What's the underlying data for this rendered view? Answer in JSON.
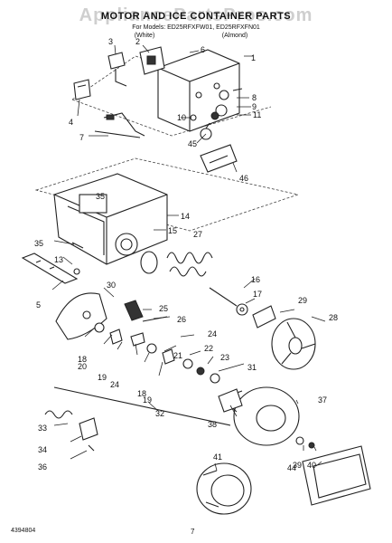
{
  "watermark": "AppliancePartsPros.com",
  "header": {
    "title": "MOTOR AND ICE CONTAINER PARTS",
    "for_models": "For Models: ED25RFXFW01, ED25RFXFN01",
    "color_1": "(White)",
    "color_2": "(Almond)"
  },
  "callouts": {
    "c1": "1",
    "c2": "2",
    "c3": "3",
    "c4": "4",
    "c5": "5",
    "c6": "6",
    "c7": "7",
    "c8": "8",
    "c9": "9",
    "c10": "10",
    "c11": "11",
    "c13": "13",
    "c14": "14",
    "c15": "15",
    "c16": "16",
    "c17": "17",
    "c18a": "18",
    "c18b": "18",
    "c19a": "19",
    "c19b": "19",
    "c20": "20",
    "c21": "21",
    "c22": "22",
    "c23": "23",
    "c24a": "24",
    "c24b": "24",
    "c25": "25",
    "c26": "26",
    "c27": "27",
    "c28": "28",
    "c29": "29",
    "c30": "30",
    "c31": "31",
    "c32": "32",
    "c33": "33",
    "c34": "34",
    "c35a": "35",
    "c35b": "35",
    "c36": "36",
    "c37": "37",
    "c38": "38",
    "c39": "39",
    "c40": "40",
    "c41": "41",
    "c44": "44",
    "c45": "45",
    "c46": "46"
  },
  "footer": {
    "doc_number": "4394804",
    "page_number": "7"
  }
}
